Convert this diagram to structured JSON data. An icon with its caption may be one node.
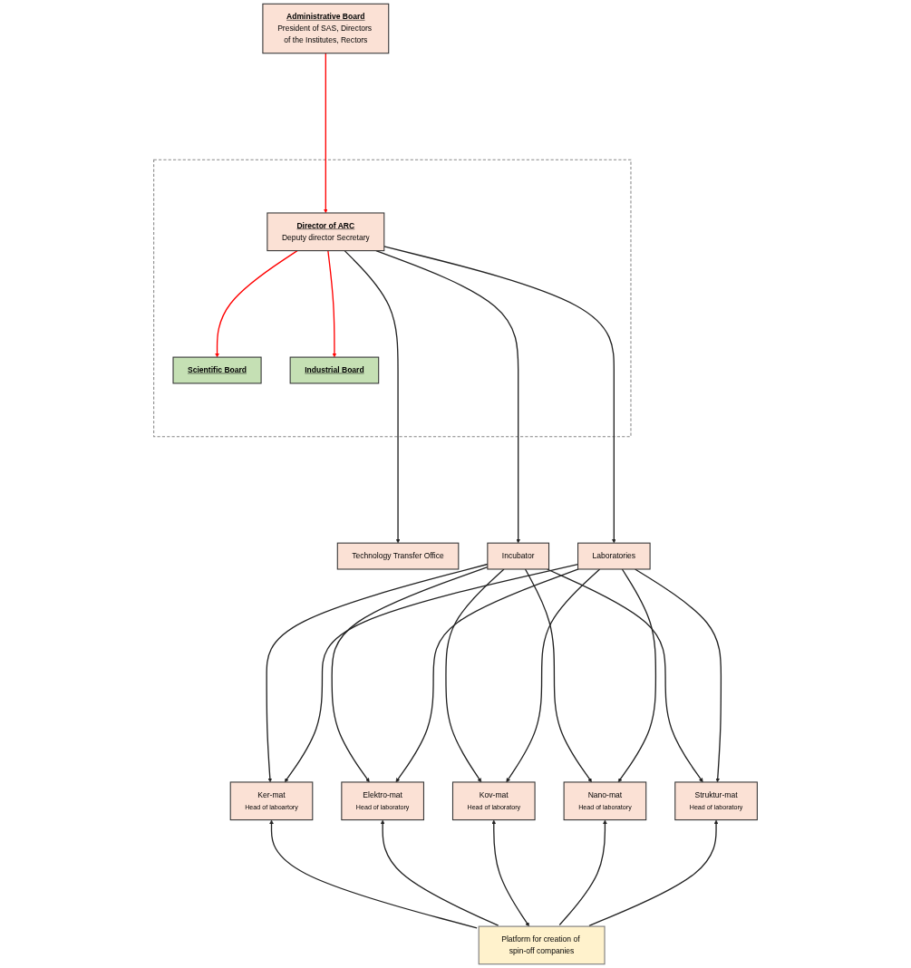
{
  "diagram": {
    "nodes": [
      {
        "text": [
          "Administrative Board",
          "President of SAS, Directors of the Institutes, Rectors"
        ]
      },
      {
        "text": [],
        "shape": "box"
      },
      {
        "text": [
          "Scientific Board"
        ],
        "in": 1
      },
      {
        "text": [
          "Director of ARC",
          "Deputy director Secretary"
        ],
        "in": 1
      },
      {
        "text": [
          "Industrial Board"
        ],
        "in": 1
      },
      {
        "text": [
          "Technology Transfer Office"
        ]
      },
      {
        "text": [
          "Incubator"
        ]
      },
      {
        "text": [
          "Laboratories"
        ]
      },
      {
        "text": [
          "Ker-mat",
          "Head of laboartory"
        ]
      },
      {
        "text": [
          "Elektro-mat",
          "Head of laboratory"
        ]
      },
      {
        "text": [
          "Kov-mat",
          "Head of laboratory"
        ]
      },
      {
        "text": [
          "Nano-mat",
          "Head of laboratory"
        ]
      },
      {
        "text": [
          "Struktur-mat",
          "Head of laboratory"
        ]
      },
      {
        "text": [
          "Platform for creation of spin-off companies"
        ]
      }
    ],
    "edges": [
      {
        "from": 0,
        "to": 3,
        "arrow": "to",
        "color": "#ff0000"
      },
      {
        "from": 3,
        "to": 2,
        "arrow": "to",
        "color": "#ff0000"
      },
      {
        "from": 3,
        "to": 4,
        "arrow": "to",
        "color": "#ff0000"
      },
      {
        "from": 3,
        "to": 5,
        "arrow": "to"
      },
      {
        "from": 3,
        "to": 6,
        "arrow": "to"
      },
      {
        "from": 3,
        "to": 7,
        "arrow": "to"
      },
      {
        "from": 6,
        "to": 8,
        "arrow": "to"
      },
      {
        "from": 6,
        "to": 9,
        "arrow": "to"
      },
      {
        "from": 6,
        "to": 10,
        "arrow": "to"
      },
      {
        "from": 6,
        "to": 11,
        "arrow": "to"
      },
      {
        "from": 6,
        "to": 12,
        "arrow": "to"
      },
      {
        "from": 7,
        "to": 8,
        "arrow": "to"
      },
      {
        "from": 7,
        "to": 9,
        "arrow": "to"
      },
      {
        "from": 7,
        "to": 10,
        "arrow": "to"
      },
      {
        "from": 7,
        "to": 11,
        "arrow": "to"
      },
      {
        "from": 7,
        "to": 12,
        "arrow": "to"
      },
      {
        "from": 13,
        "to": 8,
        "arrow": "to"
      },
      {
        "from": 13,
        "to": 9,
        "arrow": "to"
      },
      {
        "from": 13,
        "to": 10,
        "arrow": "both"
      },
      {
        "from": 13,
        "to": 11,
        "arrow": "to"
      },
      {
        "from": 13,
        "to": 12,
        "arrow": "to"
      }
    ]
  }
}
